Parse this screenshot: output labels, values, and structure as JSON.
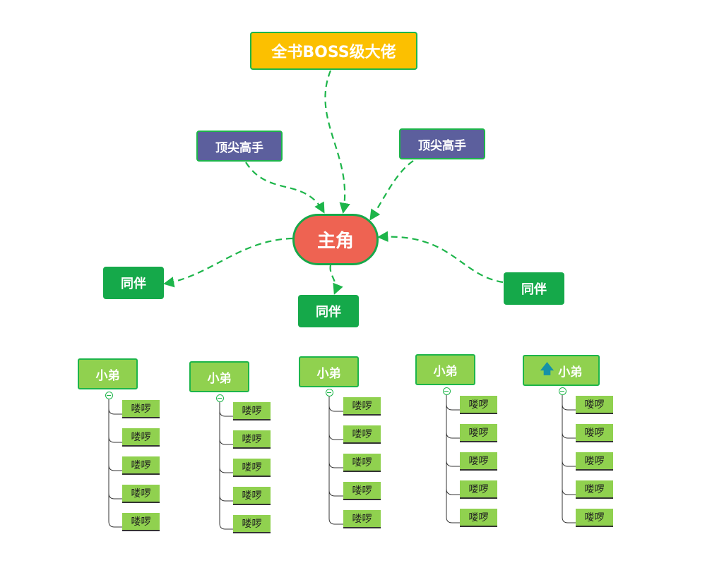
{
  "boss": {
    "label": "全书BOSS级大佬"
  },
  "top_experts": [
    {
      "label": "顶尖高手"
    },
    {
      "label": "顶尖高手"
    }
  ],
  "protagonist": {
    "label": "主角"
  },
  "companions": [
    {
      "label": "同伴"
    },
    {
      "label": "同伴"
    },
    {
      "label": "同伴"
    }
  ],
  "brothers": [
    {
      "label": "小弟",
      "icon": null,
      "children": [
        "喽啰",
        "喽啰",
        "喽啰",
        "喽啰",
        "喽啰"
      ]
    },
    {
      "label": "小弟",
      "icon": null,
      "children": [
        "喽啰",
        "喽啰",
        "喽啰",
        "喽啰",
        "喽啰"
      ]
    },
    {
      "label": "小弟",
      "icon": null,
      "children": [
        "喽啰",
        "喽啰",
        "喽啰",
        "喽啰",
        "喽啰"
      ]
    },
    {
      "label": "小弟",
      "icon": null,
      "children": [
        "喽啰",
        "喽啰",
        "喽啰",
        "喽啰",
        "喽啰"
      ]
    },
    {
      "label": "小弟",
      "icon": "arrow-up-icon",
      "children": [
        "喽啰",
        "喽啰",
        "喽啰",
        "喽啰",
        "喽啰"
      ]
    }
  ],
  "colors": {
    "boss": "#fcc000",
    "top_expert": "#5c5f9d",
    "protagonist": "#ee6352",
    "companion": "#15a94a",
    "brother": "#90d14f",
    "connector": "#1db54a",
    "icon_arrow": "#1591a8"
  }
}
